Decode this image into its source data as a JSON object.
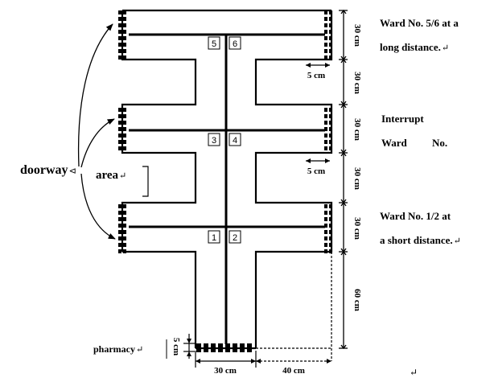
{
  "dimensions": {
    "section_30": "30 cm",
    "section_5": "5 cm",
    "section_60": "60 cm",
    "bottom_30": "30 cm",
    "bottom_40": "40 cm",
    "pharmacy_5": "5 cm"
  },
  "ward_numbers": [
    "1",
    "2",
    "3",
    "4",
    "5",
    "6"
  ],
  "labels": {
    "doorway": "doorway",
    "area": "area",
    "pharmacy": "pharmacy",
    "ward56_line1": "Ward No. 5/6 at a",
    "ward56_line2": "long distance.",
    "interrupt_line1": "Interrupt",
    "interrupt_line2a": "Ward",
    "interrupt_line2b": "No.",
    "ward12_line1": "Ward No. 1/2 at",
    "ward12_line2": "a short distance."
  },
  "marks": {
    "tick": "↵",
    "anchor": "⊲"
  },
  "colors": {
    "ink": "#000000",
    "background": "#ffffff"
  }
}
